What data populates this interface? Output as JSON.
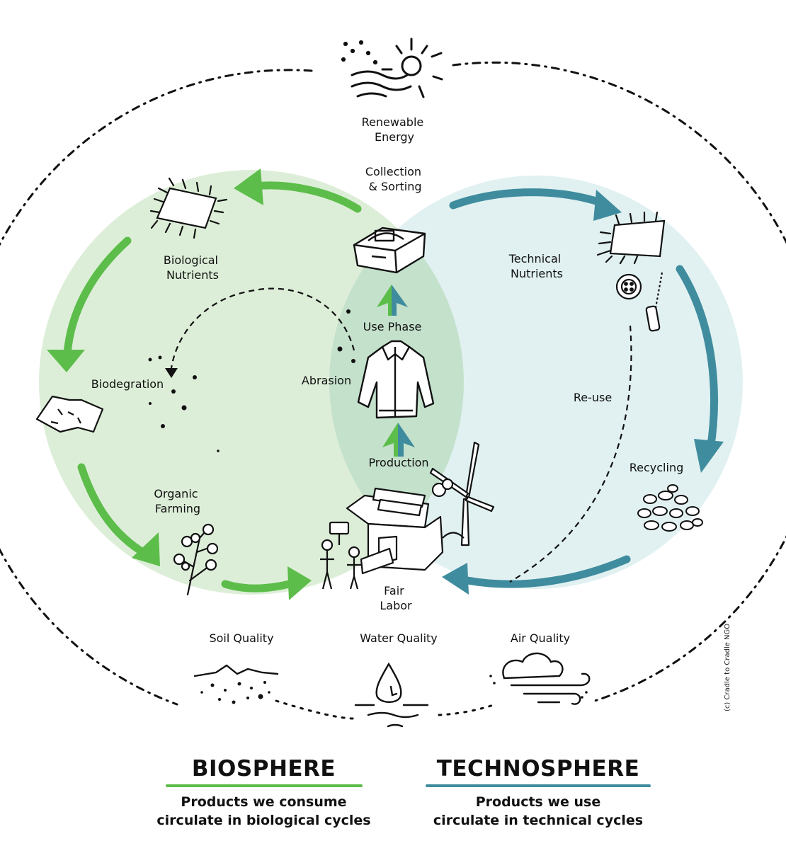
{
  "colors": {
    "biosphere_fill": "#ddeed8",
    "technosphere_fill": "#e1f1f1",
    "overlap_fill": "#c4e1cc",
    "bio_arrow": "#5cbd4a",
    "tech_arrow": "#3f8c9e",
    "ink": "#111111"
  },
  "diagram": {
    "labels": {
      "renewable_energy": [
        "Renewable",
        "Energy"
      ],
      "collection_sorting": [
        "Collection",
        "& Sorting"
      ],
      "biological_nutrients": [
        "Biological",
        "Nutrients"
      ],
      "technical_nutrients": [
        "Technical",
        "Nutrients"
      ],
      "use_phase": "Use Phase",
      "abrasion": "Abrasion",
      "biodegration": "Biodegration",
      "reuse": "Re-use",
      "production": "Production",
      "recycling": "Recycling",
      "organic_farming": [
        "Organic",
        "Farming"
      ],
      "fair_labor": [
        "Fair",
        "Labor"
      ],
      "soil_quality": "Soil Quality",
      "water_quality": "Water Quality",
      "air_quality": "Air Quality"
    },
    "credit": "(c) Cradle to Cradle NGO",
    "icons": [
      "sun-icon",
      "fabric-square-icon",
      "crate-icon",
      "jacket-icon",
      "button-zipper-icon",
      "torn-fabric-icon",
      "cotton-plant-icon",
      "factory-icon",
      "wind-turbine-icon",
      "shredded-pellets-icon",
      "soil-icon",
      "water-drop-icon",
      "wind-cloud-icon"
    ]
  },
  "legend": {
    "biosphere": {
      "title": "BIOSPHERE",
      "line1": "Products we consume",
      "line2": "circulate in biological cycles"
    },
    "technosphere": {
      "title": "TECHNOSPHERE",
      "line1": "Products we use",
      "line2": "circulate in technical cycles"
    }
  }
}
